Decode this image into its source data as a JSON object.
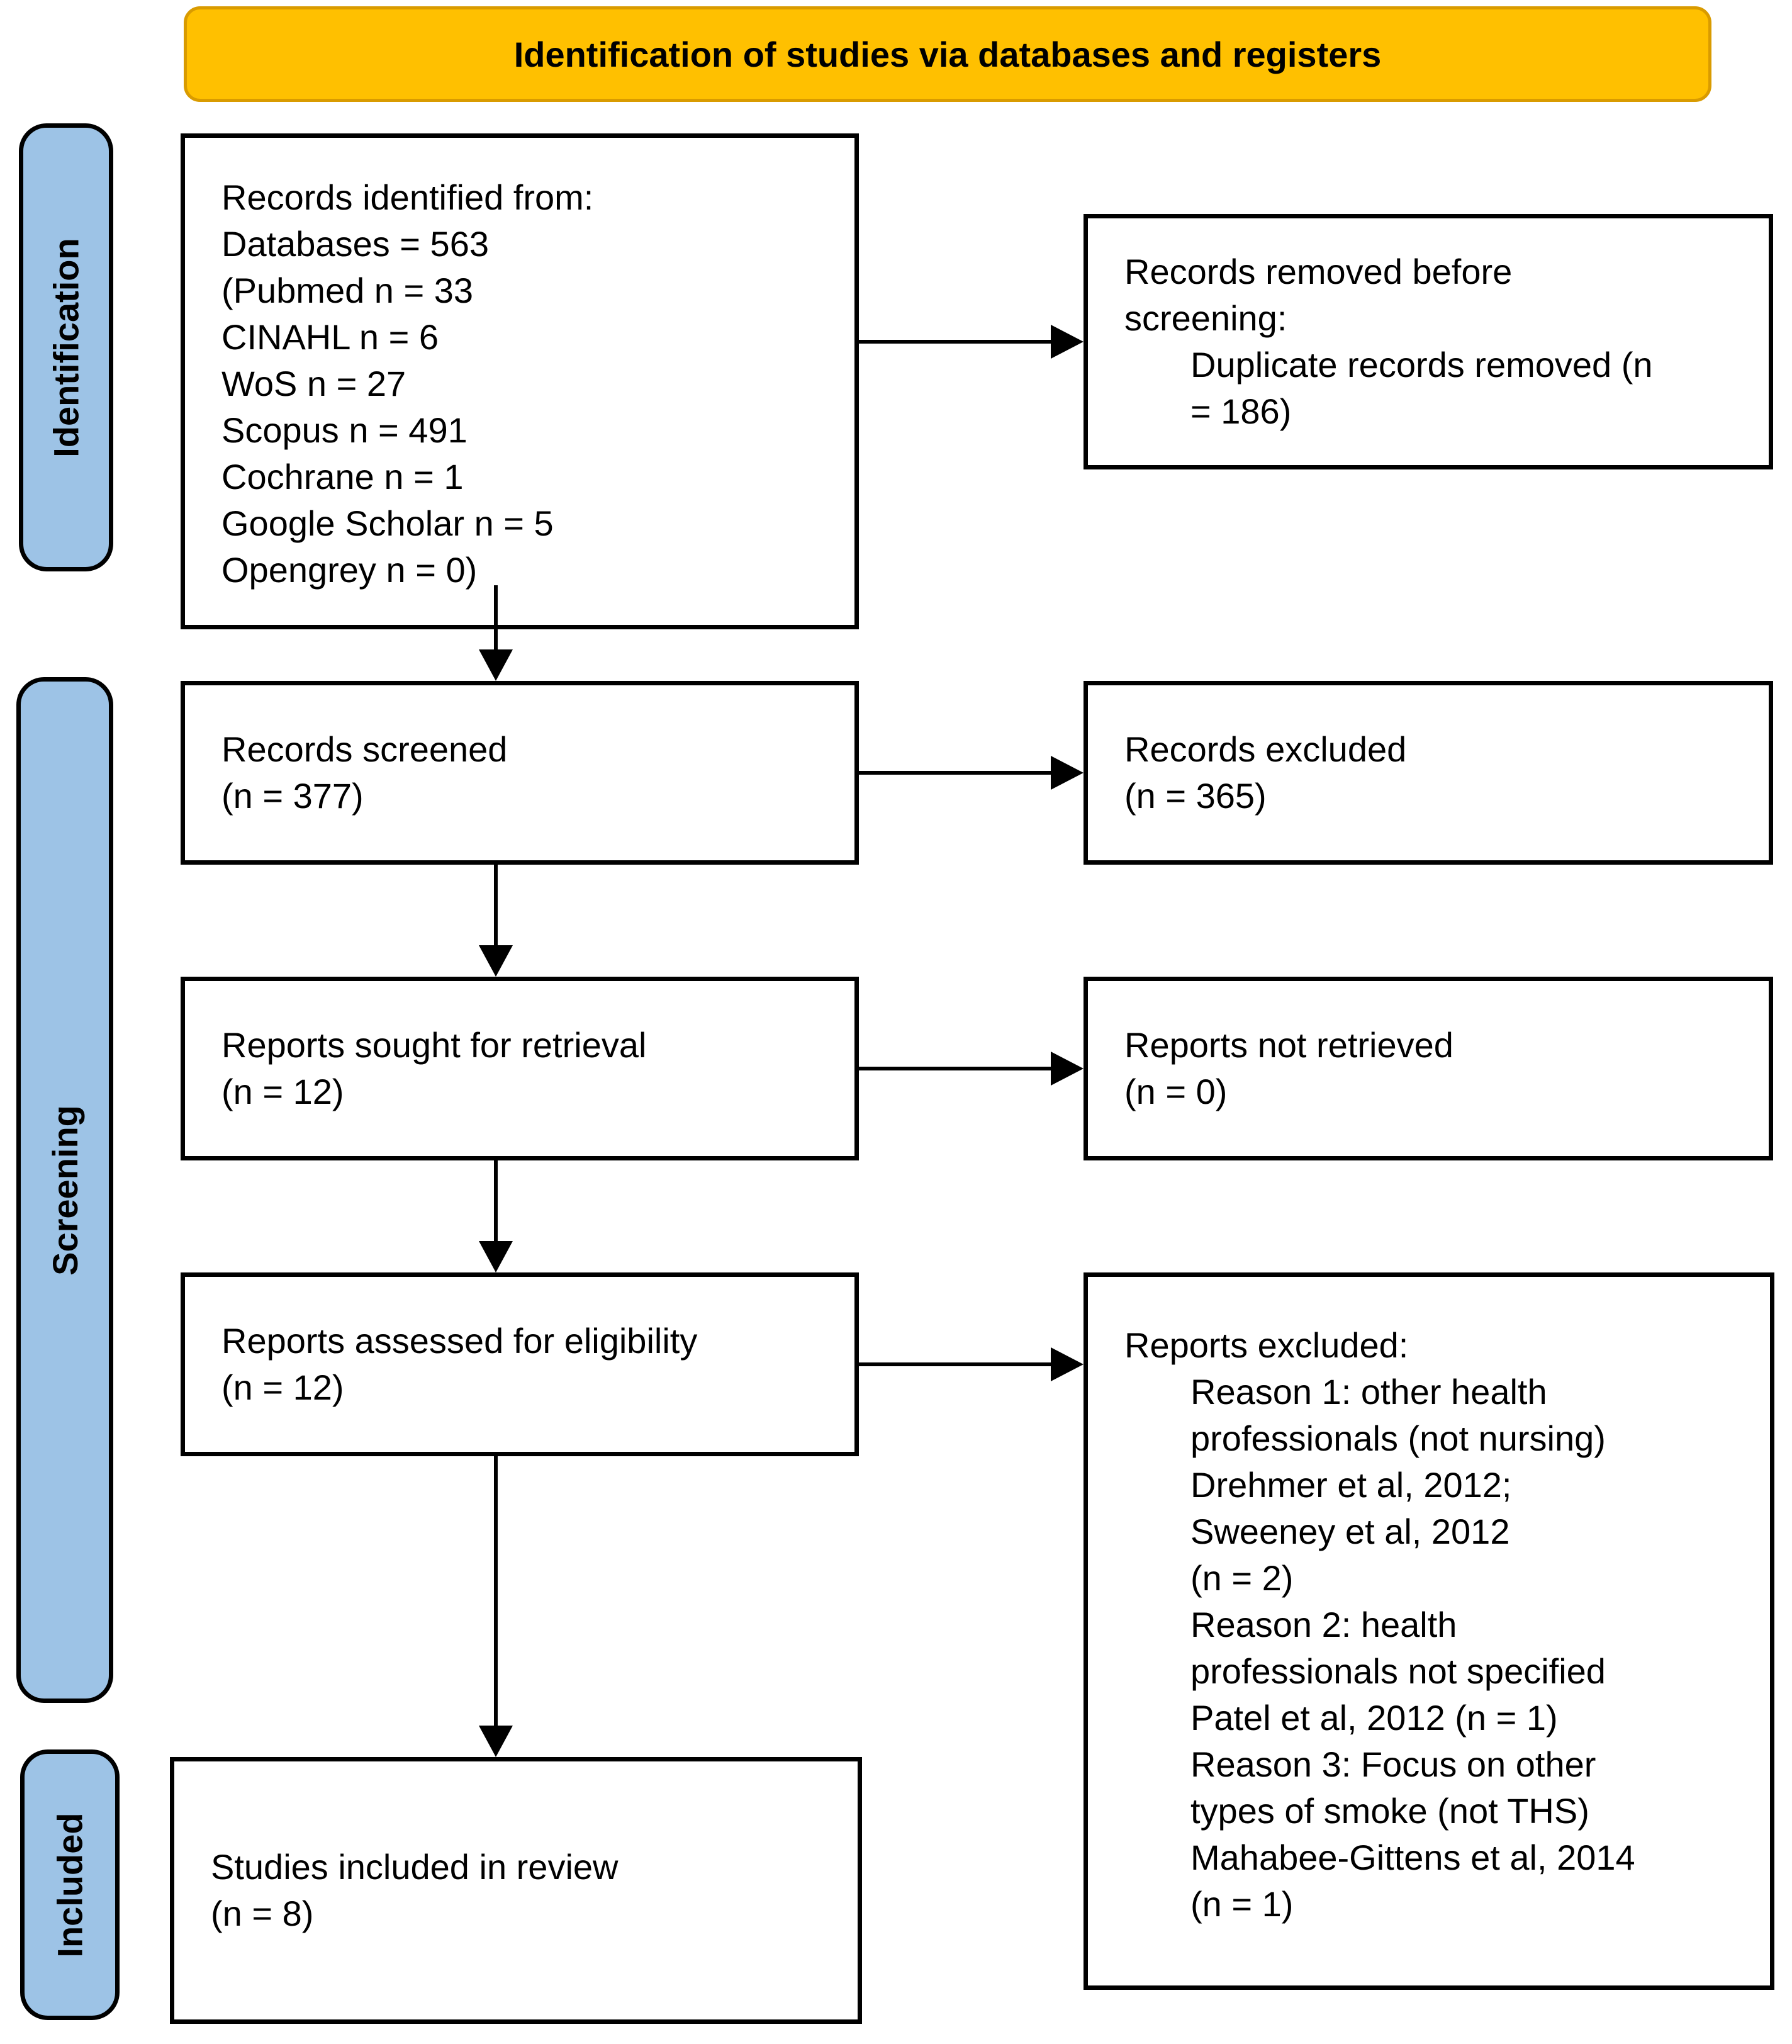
{
  "banner": {
    "title": "Identification of studies via databases and registers"
  },
  "side_labels": [
    {
      "label": "Identification"
    },
    {
      "label": "Screening"
    },
    {
      "label": "Included"
    }
  ],
  "boxes": {
    "records_identified": {
      "text": "Records identified from:\nDatabases = 563\n(Pubmed n = 33\nCINAHL n = 6\nWoS n = 27\nScopus n = 491\nCochrane n = 1\nGoogle Scholar n = 5\nOpengrey n = 0)"
    },
    "records_removed": {
      "intro": "Records removed before\nscreening:",
      "detail": "Duplicate records removed (n\n= 186)"
    },
    "records_screened": {
      "text": "Records screened\n(n = 377)"
    },
    "records_excluded": {
      "text": "Records excluded\n(n = 365)"
    },
    "reports_sought": {
      "text": "Reports sought for retrieval\n(n = 12)"
    },
    "reports_not_retrieved": {
      "text": "Reports not retrieved\n(n = 0)"
    },
    "reports_assessed": {
      "text": "Reports assessed for eligibility\n(n = 12)"
    },
    "reports_excluded": {
      "intro": "Reports excluded:",
      "detail": "Reason 1: other health\nprofessionals (not nursing)\nDrehmer et al, 2012;\nSweeney et al, 2012\n(n = 2)\nReason 2: health\nprofessionals not specified\nPatel et al, 2012 (n = 1)\nReason 3: Focus on other\ntypes of smoke (not THS)\nMahabee-Gittens et al, 2014\n(n = 1)"
    },
    "studies_included": {
      "text": "Studies included in review\n(n = 8)"
    }
  },
  "colors": {
    "banner_bg": "#FFC000",
    "banner_border": "#D99B00",
    "stage_label_bg": "#9DC3E6",
    "box_border": "#000000",
    "box_bg": "#FFFFFF"
  }
}
